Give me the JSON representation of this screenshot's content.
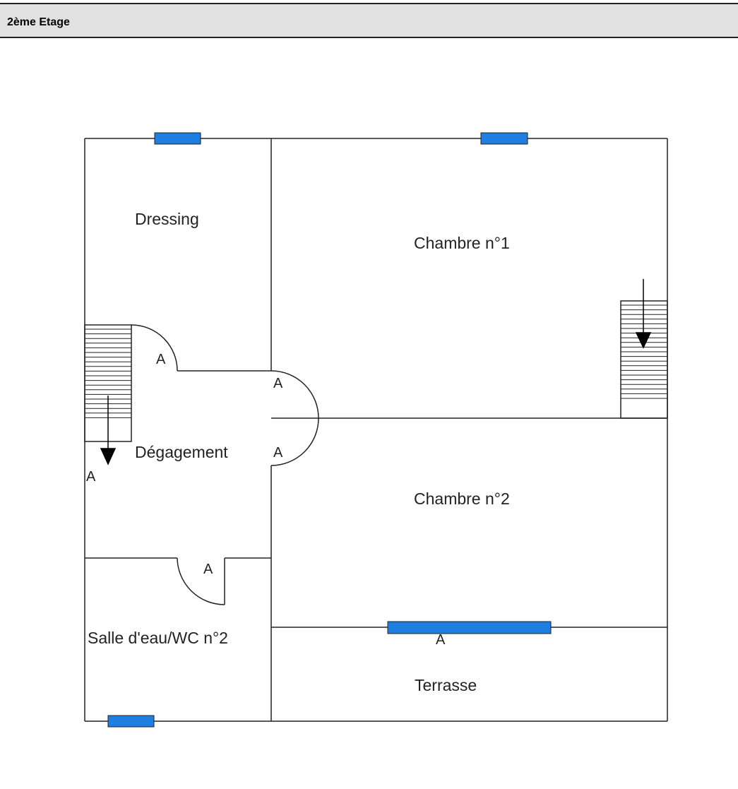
{
  "header": {
    "title": "2ème Etage"
  },
  "colors": {
    "window": "#1f7fe0",
    "wall": "#222222",
    "header_bg": "#e1e1e1"
  },
  "rooms": {
    "dressing": "Dressing",
    "chambre1": "Chambre n°1",
    "degagement": "Dégagement",
    "chambre2": "Chambre n°2",
    "salle_eau": "Salle d'eau/WC n°2",
    "terrasse": "Terrasse"
  },
  "doors": {
    "door_dressing": "A",
    "door_chambre1": "A",
    "door_chambre2": "A",
    "door_stairs": "A",
    "door_salle_eau": "A",
    "door_terrasse": "A"
  }
}
